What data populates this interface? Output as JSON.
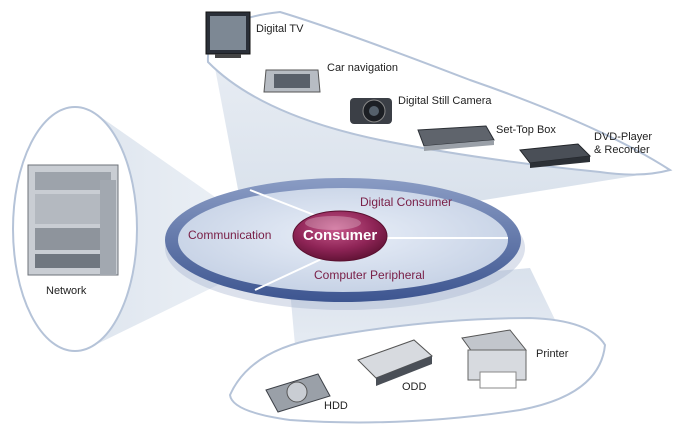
{
  "diagram": {
    "center_label": "Consumer",
    "segments": {
      "communication": "Communication",
      "digital_consumer": "Digital Consumer",
      "computer_peripheral": "Computer Peripheral"
    },
    "network_label": "Network",
    "top_devices": [
      {
        "name": "digital-tv",
        "label": "Digital TV"
      },
      {
        "name": "car-navigation",
        "label": "Car navigation"
      },
      {
        "name": "digital-still-camera",
        "label": "Digital Still Camera"
      },
      {
        "name": "set-top-box",
        "label": "Set-Top Box"
      },
      {
        "name": "dvd-player-recorder",
        "label_line1": "DVD-Player",
        "label_line2": "& Recorder"
      }
    ],
    "bottom_devices": [
      {
        "name": "hdd",
        "label": "HDD"
      },
      {
        "name": "odd",
        "label": "ODD"
      },
      {
        "name": "printer",
        "label": "Printer"
      }
    ]
  }
}
